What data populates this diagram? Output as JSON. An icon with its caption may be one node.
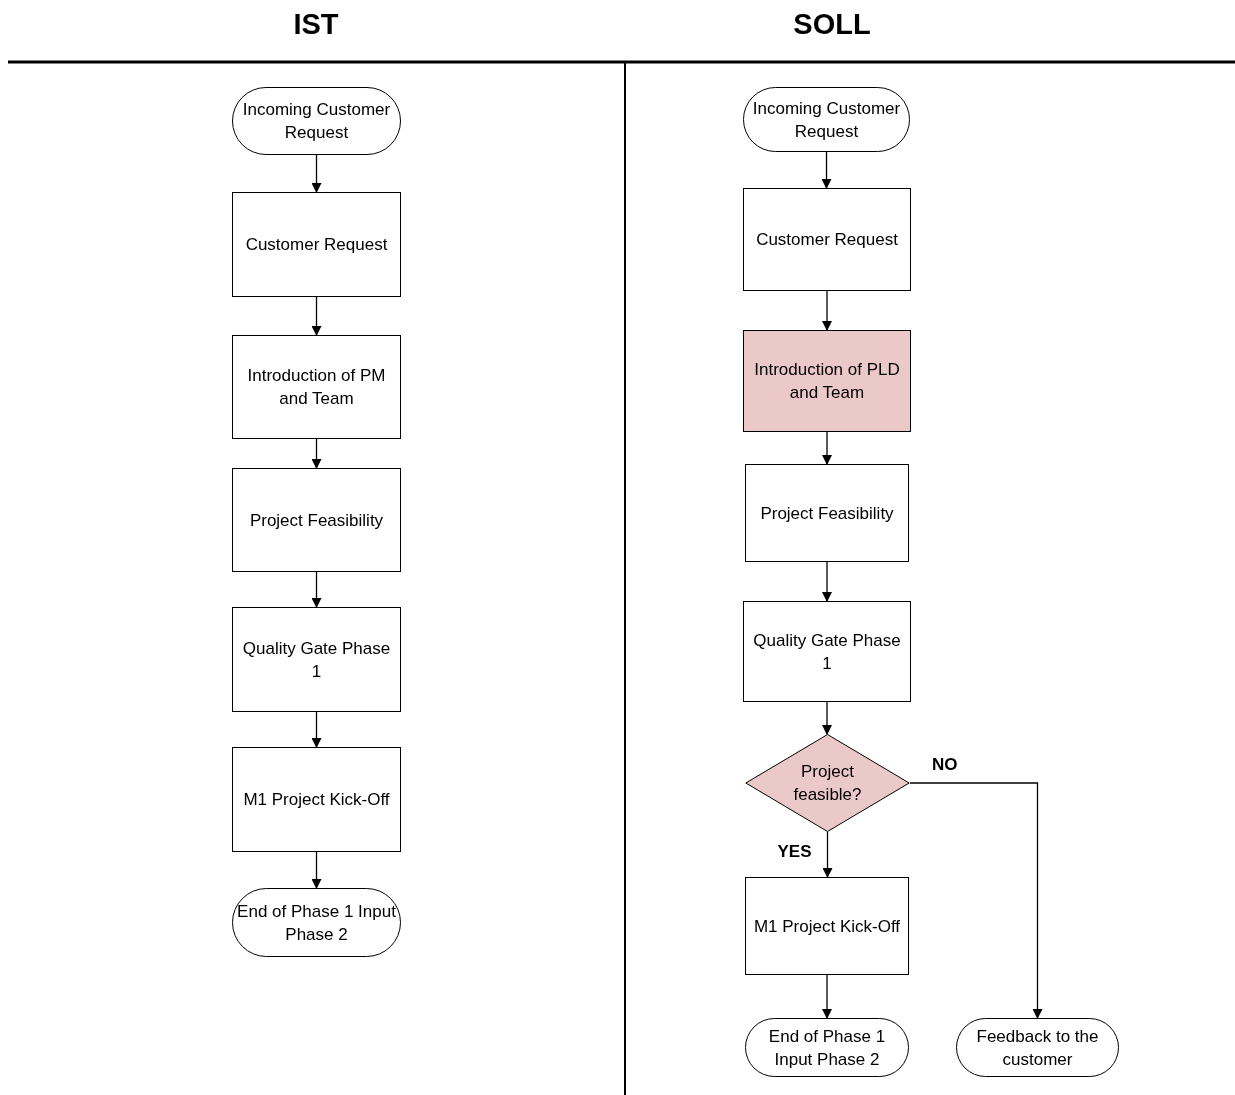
{
  "diagram": {
    "nodes": [
      {
        "text": [
          "Incoming Customer Request"
        ]
      },
      {
        "text": [
          "Customer Request"
        ]
      },
      {
        "text": [
          "Introduction of PM and Team"
        ]
      },
      {
        "text": [
          "Project Feasibility"
        ]
      },
      {
        "text": [
          "Quality Gate Phase 1"
        ]
      },
      {
        "text": [
          "M1 Project Kick-Off"
        ]
      },
      {
        "text": [
          "End of Phase 1 Input Phase 2"
        ]
      },
      {
        "text": [
          "Incoming Customer Request"
        ]
      },
      {
        "text": [
          "Customer Request"
        ]
      },
      {
        "text": [
          "Introduction of PLD and Team"
        ]
      },
      {
        "text": [
          "Project Feasibility"
        ]
      },
      {
        "text": [
          "Quality Gate Phase 1"
        ]
      },
      {
        "text": [
          "Project feasible?"
        ]
      },
      {
        "text": [
          "M1 Project Kick-Off"
        ]
      },
      {
        "text": [
          "End of Phase 1 Input Phase 2"
        ]
      },
      {
        "text": [
          "Feedback to the customer"
        ]
      }
    ],
    "edges": [
      {
        "from": 0,
        "to": 1,
        "arrow": "to"
      },
      {
        "from": 1,
        "to": 2,
        "arrow": "to"
      },
      {
        "from": 2,
        "to": 3,
        "arrow": "to"
      },
      {
        "from": 3,
        "to": 4,
        "arrow": "to"
      },
      {
        "from": 4,
        "to": 5,
        "arrow": "to"
      },
      {
        "from": 5,
        "to": 6,
        "arrow": "to"
      },
      {
        "from": 7,
        "to": 8,
        "arrow": "to"
      },
      {
        "from": 8,
        "to": 9,
        "arrow": "to"
      },
      {
        "from": 9,
        "to": 10,
        "arrow": "to"
      },
      {
        "from": 10,
        "to": 11,
        "arrow": "to"
      },
      {
        "from": 11,
        "to": 12,
        "arrow": "to"
      },
      {
        "from": 12,
        "to": 13,
        "label": "YES",
        "arrow": "to"
      },
      {
        "from": 13,
        "to": 14,
        "arrow": "to"
      },
      {
        "from": 12,
        "to": 15,
        "label": "NO",
        "arrow": "to"
      }
    ],
    "labels": [
      "IST",
      "SOLL"
    ]
  }
}
